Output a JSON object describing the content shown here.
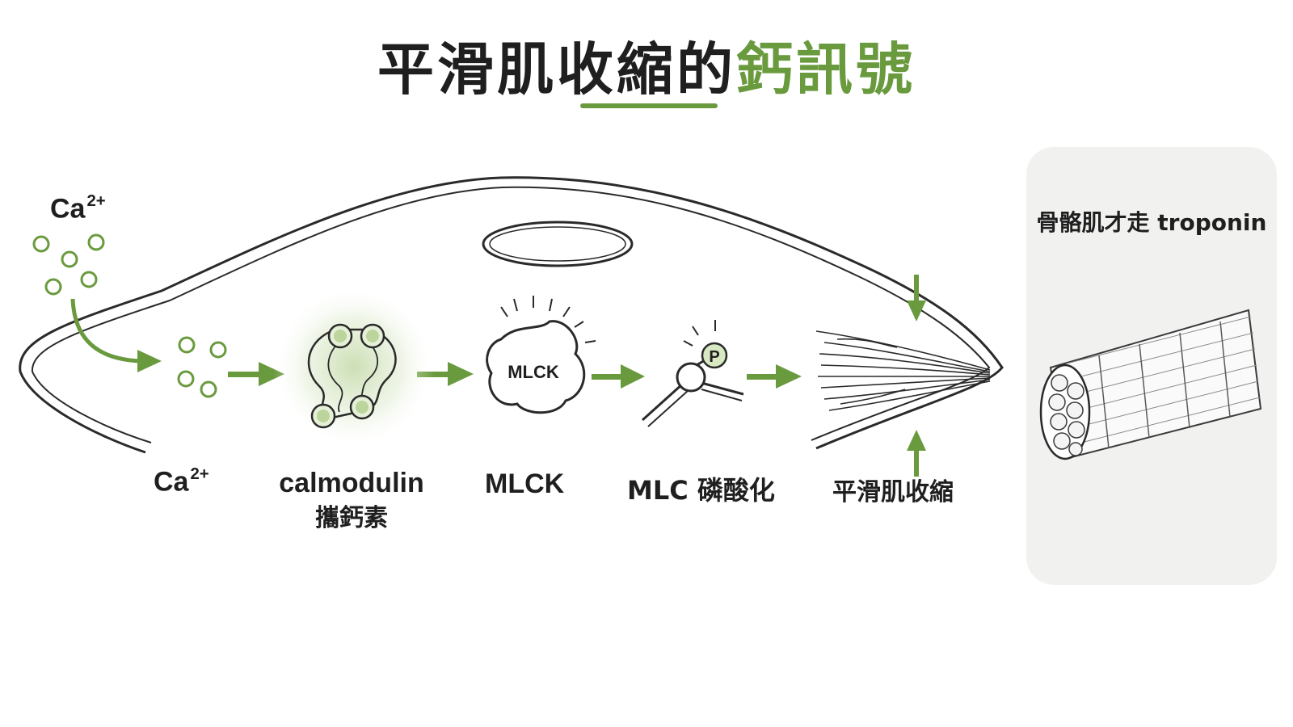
{
  "title": {
    "main": "平滑肌收縮的",
    "accent": "鈣訊號"
  },
  "colors": {
    "accent": "#6a9a3e",
    "ink": "#1f1f1f",
    "panel_bg": "#f1f2f0"
  },
  "diagram": {
    "ca_influx_label": "Ca",
    "ca_influx_charge": "2+",
    "mlck_inside_label": "MLCK",
    "phosphate_label": "P",
    "steps": [
      {
        "label": "Ca",
        "charge": "2+",
        "sub": ""
      },
      {
        "label": "calmodulin",
        "sub": "攜鈣素"
      },
      {
        "label": "MLCK",
        "sub": ""
      },
      {
        "label": "MLC 磷酸化",
        "sub": ""
      },
      {
        "label": "平滑肌收縮",
        "sub": ""
      }
    ]
  },
  "side_panel": {
    "title": "骨骼肌才走 troponin"
  }
}
